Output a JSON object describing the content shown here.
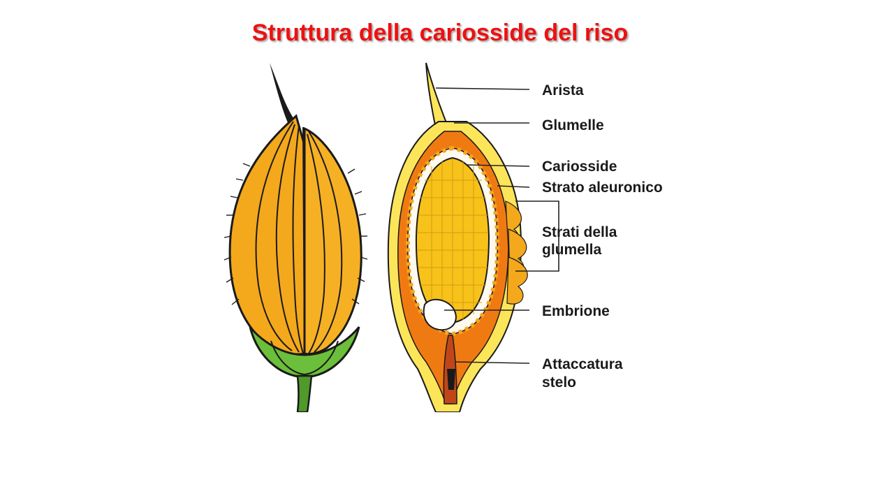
{
  "slide": {
    "title": "Struttura della cariosside del riso"
  },
  "diagram": {
    "labels": {
      "arista": "Arista",
      "glumelle": "Glumelle",
      "cariosside": "Cariosside",
      "strato_aleuronico": "Strato aleuronico",
      "strati_glumella_1": "Strati della",
      "strati_glumella_2": "glumella",
      "embrione": "Embrione",
      "attaccatura_1": "Attaccatura",
      "attaccatura_2": "stelo"
    },
    "colors": {
      "husk_orange": "#f4a81c",
      "husk_light": "#fbc43a",
      "outline": "#1a1a1a",
      "base_green": "#6cbf3a",
      "stem_green": "#4f9a2a",
      "kernel_yellow": "#f7c21a",
      "layer_orange": "#f07a12",
      "pale_yellow": "#fde55a",
      "title_red": "#ee1111"
    }
  }
}
